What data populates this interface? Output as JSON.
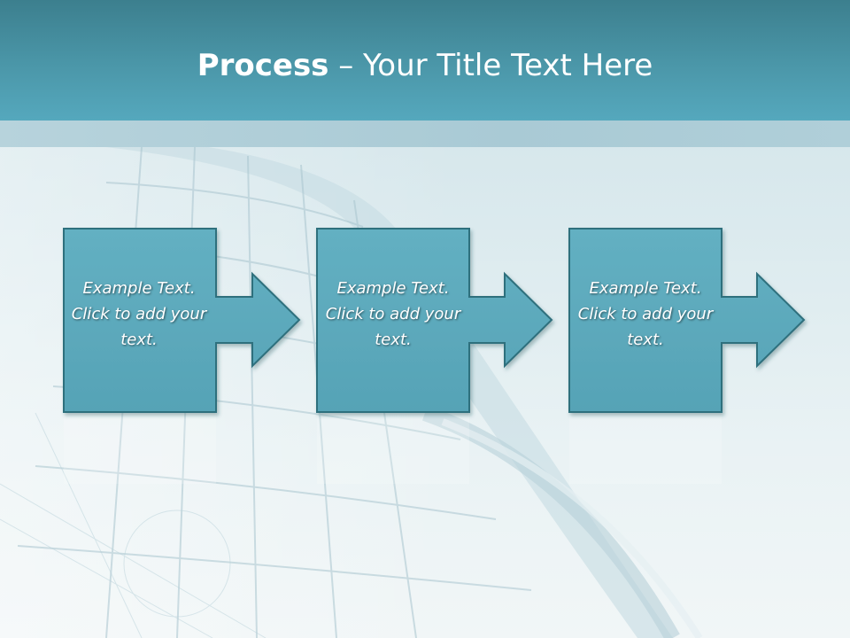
{
  "slide": {
    "title_bold": "Process",
    "title_rest": " – Your Title Text Here",
    "steps": [
      {
        "text": "Example Text. Click  to add your text."
      },
      {
        "text": "Example Text. Click  to add your text."
      },
      {
        "text": "Example Text. Click  to add your text."
      }
    ]
  },
  "colors": {
    "header": "#4b97a9",
    "box_fill": "#5aa8bb",
    "box_border": "#2f6f7d"
  }
}
